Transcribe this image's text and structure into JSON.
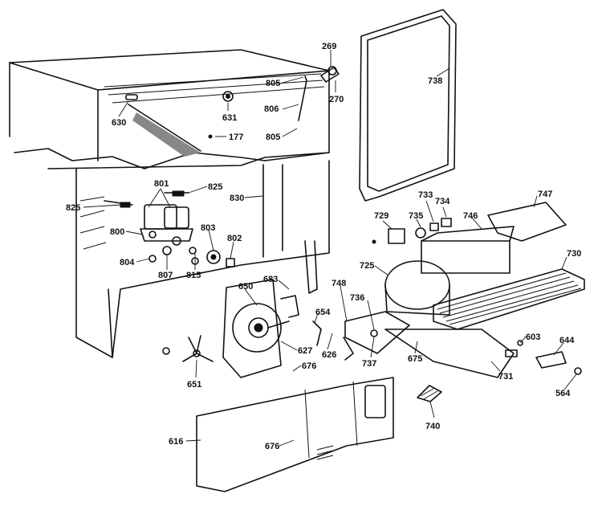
{
  "callouts": [
    {
      "id": "c269",
      "text": "269"
    },
    {
      "id": "c805a",
      "text": "805"
    },
    {
      "id": "c270",
      "text": "270"
    },
    {
      "id": "c738",
      "text": "738"
    },
    {
      "id": "c806",
      "text": "806"
    },
    {
      "id": "c630",
      "text": "630"
    },
    {
      "id": "c631",
      "text": "631"
    },
    {
      "id": "c805b",
      "text": "805"
    },
    {
      "id": "c177",
      "text": "177"
    },
    {
      "id": "c801",
      "text": "801"
    },
    {
      "id": "c825a",
      "text": "825"
    },
    {
      "id": "c825b",
      "text": "825"
    },
    {
      "id": "c830",
      "text": "830"
    },
    {
      "id": "c733",
      "text": "733"
    },
    {
      "id": "c734",
      "text": "734"
    },
    {
      "id": "c747",
      "text": "747"
    },
    {
      "id": "c729",
      "text": "729"
    },
    {
      "id": "c735",
      "text": "735"
    },
    {
      "id": "c746",
      "text": "746"
    },
    {
      "id": "c800",
      "text": "800"
    },
    {
      "id": "c803",
      "text": "803"
    },
    {
      "id": "c802",
      "text": "802"
    },
    {
      "id": "c804",
      "text": "804"
    },
    {
      "id": "c807",
      "text": "807"
    },
    {
      "id": "c815",
      "text": "815"
    },
    {
      "id": "c725",
      "text": "725"
    },
    {
      "id": "c730",
      "text": "730"
    },
    {
      "id": "c683",
      "text": "683"
    },
    {
      "id": "c650",
      "text": "650"
    },
    {
      "id": "c748",
      "text": "748"
    },
    {
      "id": "c736",
      "text": "736"
    },
    {
      "id": "c654",
      "text": "654"
    },
    {
      "id": "c627",
      "text": "627"
    },
    {
      "id": "c626",
      "text": "626"
    },
    {
      "id": "c737",
      "text": "737"
    },
    {
      "id": "c675",
      "text": "675"
    },
    {
      "id": "c603",
      "text": "603"
    },
    {
      "id": "c644",
      "text": "644"
    },
    {
      "id": "c731",
      "text": "731"
    },
    {
      "id": "c564",
      "text": "564"
    },
    {
      "id": "c676a",
      "text": "676"
    },
    {
      "id": "c651",
      "text": "651"
    },
    {
      "id": "c740",
      "text": "740"
    },
    {
      "id": "c616",
      "text": "616"
    },
    {
      "id": "c676b",
      "text": "676"
    }
  ]
}
